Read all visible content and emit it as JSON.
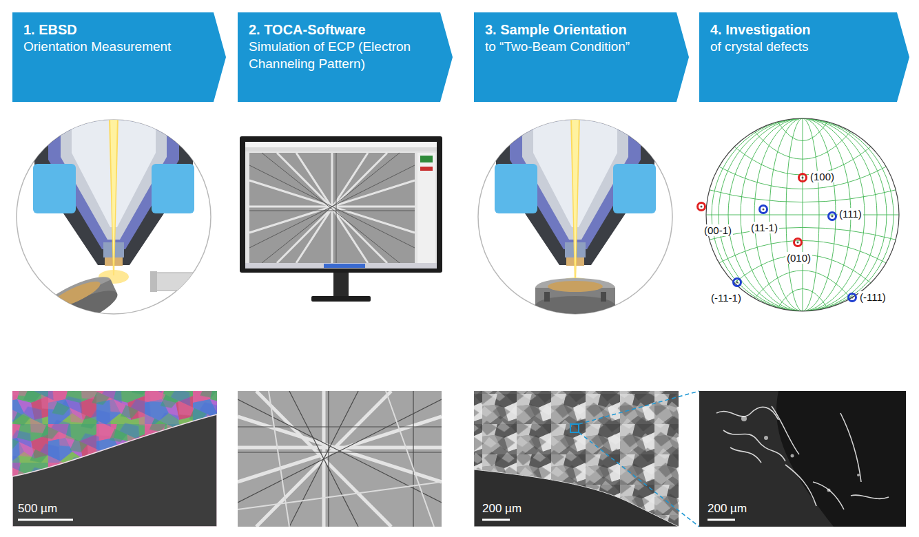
{
  "diagram": {
    "nodes": [
      {
        "text": [
          "1. EBSD",
          "Orientation Measurement"
        ]
      },
      {
        "text": [
          "2. TOCA-Software",
          "Simulation of ECP (Electron Channeling Pattern)"
        ]
      },
      {
        "text": [
          "3. Sample Orientation",
          "to “Two-Beam Condition”"
        ]
      },
      {
        "text": [
          "4. Investigation",
          "of crystal defects"
        ]
      }
    ],
    "labels": [
      "(100)",
      "(00-1)",
      "(11-1)",
      "(111)",
      "(010)",
      "(-11-1)",
      "(-111)",
      "500 µm",
      "200 µm",
      "200 µm"
    ]
  }
}
